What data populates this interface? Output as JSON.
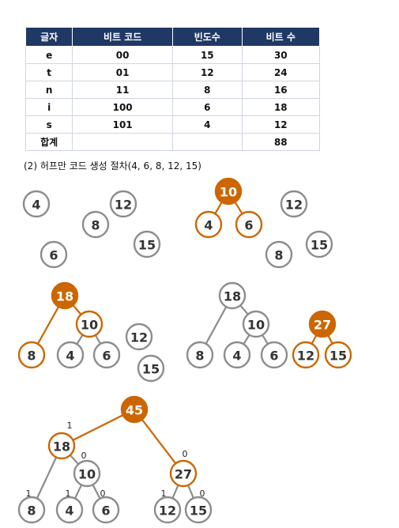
{
  "table": {
    "headers": [
      "글자",
      "비트 코드",
      "빈도수",
      "비트 수"
    ],
    "rows": [
      [
        "e",
        "00",
        "15",
        "30"
      ],
      [
        "t",
        "01",
        "12",
        "24"
      ],
      [
        "n",
        "11",
        "8",
        "16"
      ],
      [
        "i",
        "100",
        "6",
        "18"
      ],
      [
        "s",
        "101",
        "4",
        "12"
      ],
      [
        "합계",
        "",
        "",
        "88"
      ]
    ]
  },
  "caption": "(2) 허프만 코드 생성 절차(4, 6, 8, 12, 15)",
  "colors": {
    "header_bg": "#1f3864",
    "accent": "#cc6600",
    "gray": "#8c8c8c"
  },
  "diagram": {
    "node_values": {
      "s1_4": "4",
      "s1_12": "12",
      "s1_8": "8",
      "s1_15": "15",
      "s1_6": "6",
      "s2_10": "10",
      "s2_4": "4",
      "s2_6": "6",
      "s2_12": "12",
      "s2_8": "8",
      "s2_15": "15",
      "s3_18": "18",
      "s3_10": "10",
      "s3_8": "8",
      "s3_4": "4",
      "s3_6": "6",
      "s3_12": "12",
      "s3_15": "15",
      "s4_18": "18",
      "s4_10": "10",
      "s4_8": "8",
      "s4_4": "4",
      "s4_6": "6",
      "s4_27": "27",
      "s4_12": "12",
      "s4_15": "15",
      "s5_45": "45",
      "s5_18": "18",
      "s5_27": "27",
      "s5_10": "10",
      "s5_8": "8",
      "s5_4": "4",
      "s5_6": "6",
      "s5_12": "12",
      "s5_15": "15"
    },
    "edge_labels": {
      "e_45_18": "1",
      "e_45_27": "0",
      "e_18_8": "1",
      "e_18_10": "0",
      "e_10_4": "1",
      "e_10_6": "0",
      "e_27_12": "1",
      "e_27_15": "0"
    }
  }
}
